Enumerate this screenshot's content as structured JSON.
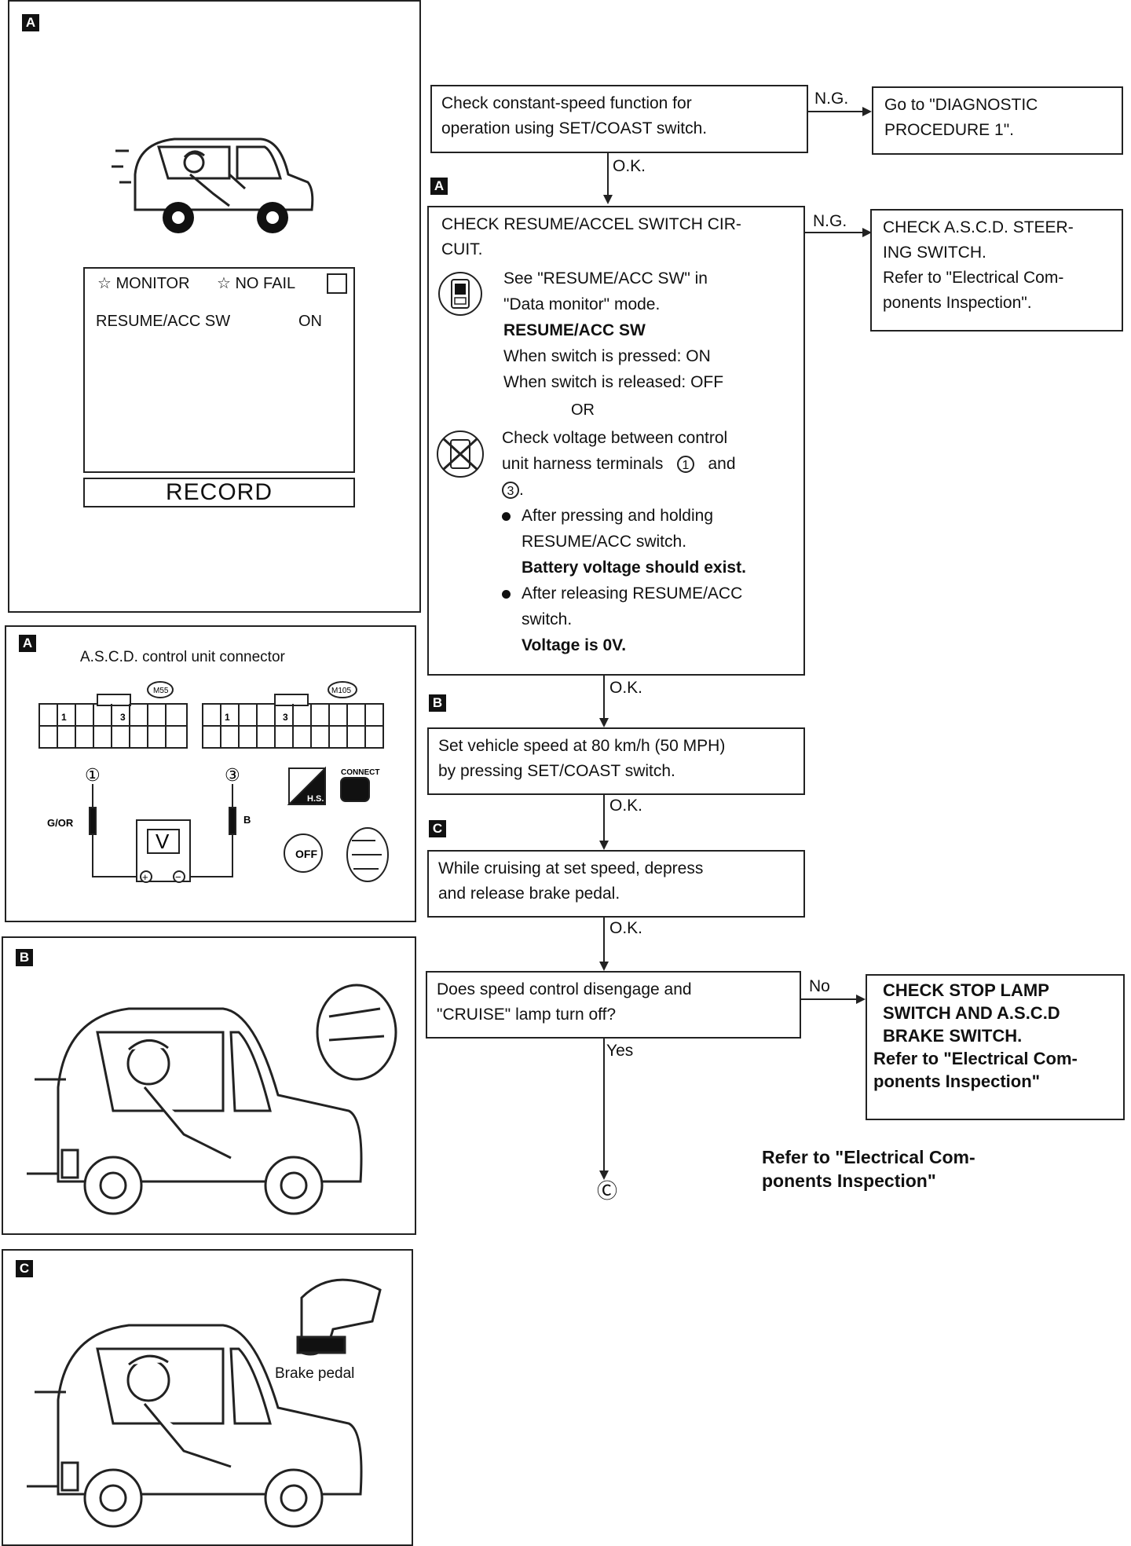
{
  "panels": {
    "a_top": {
      "tag": "A"
    },
    "a_connector": {
      "tag": "A",
      "title": "A.S.C.D. control unit connector",
      "connector_left_code": "M55",
      "connector_right_code": "M105",
      "pin1": "1",
      "pin3": "3",
      "probe1": "①",
      "probe3": "③",
      "wire_left": "G/OR",
      "wire_right": "B",
      "meter": "V",
      "plus": "+",
      "minus": "−",
      "hs": "H.S.",
      "connect": "CONNECT",
      "off": "OFF"
    },
    "b": {
      "tag": "B"
    },
    "c": {
      "tag": "C",
      "brake_label": "Brake pedal"
    }
  },
  "monitor": {
    "header_monitor": "☆ MONITOR",
    "header_nofail": "☆ NO FAIL",
    "row_label": "RESUME/ACC SW",
    "row_value": "ON",
    "record": "RECORD"
  },
  "flow": {
    "step1": {
      "line1": "Check constant-speed function for",
      "line2": "operation using SET/COAST switch."
    },
    "ng1_label": "N.G.",
    "ng1_box": {
      "line1": "Go to \"DIAGNOSTIC",
      "line2": "PROCEDURE 1\"."
    },
    "ok1": "O.K.",
    "step2_tag": "A",
    "step2": {
      "title1": "CHECK RESUME/ACCEL SWITCH CIR-",
      "title2": "CUIT.",
      "mon1": "See \"RESUME/ACC SW\" in",
      "mon2": "\"Data monitor\" mode.",
      "mon3": "RESUME/ACC SW",
      "mon4": "When switch is pressed: ON",
      "mon5": "When switch is released: OFF",
      "or": "OR",
      "v1": "Check voltage between control",
      "v2a": "unit harness terminals",
      "v2n1": "1",
      "v2b": "and",
      "v3n": "3",
      "v3": ".",
      "b1a": "After pressing and holding",
      "b1b": "RESUME/ACC switch.",
      "b1c": "Battery voltage should exist.",
      "b2a": "After releasing RESUME/ACC",
      "b2b": "switch.",
      "b2c": "Voltage is 0V."
    },
    "ng2_label": "N.G.",
    "ng2_box": {
      "line1": "CHECK A.S.C.D. STEER-",
      "line2": "ING SWITCH.",
      "line3": "Refer to \"Electrical Com-",
      "line4": "ponents Inspection\"."
    },
    "ok2": "O.K.",
    "step3_tag": "B",
    "step3": {
      "line1": "Set vehicle speed at 80 km/h (50 MPH)",
      "line2": "by pressing SET/COAST switch."
    },
    "ok3": "O.K.",
    "step4_tag": "C",
    "step4": {
      "line1": "While cruising at set speed, depress",
      "line2": "and release brake pedal."
    },
    "ok4": "O.K.",
    "step5": {
      "line1": "Does speed control disengage and",
      "line2": "\"CRUISE\" lamp turn off?"
    },
    "no_label": "No",
    "no_box": {
      "line1": "CHECK STOP LAMP",
      "line2": "SWITCH AND A.S.C.D",
      "line3": "BRAKE SWITCH.",
      "line4": "Refer to \"Electrical Com-",
      "line5": "ponents Inspection\""
    },
    "yes_label": "Yes",
    "end_marker": "Ⓒ",
    "note": {
      "line1": "Refer to \"Electrical Com-",
      "line2": "ponents Inspection\""
    }
  }
}
